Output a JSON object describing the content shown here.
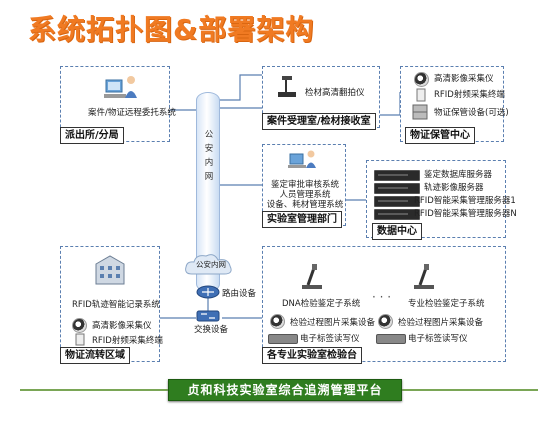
{
  "title": "系统拓扑图&部署架构",
  "pipe_label": "公\n安\n内\n网",
  "cloud_label": "公安内网",
  "router_label": "路由设备",
  "switch_label": "交换设备",
  "bottom_banner": "贞和科技实验室综合追溯管理平台",
  "zones": {
    "station": {
      "tag": "派出所/分局",
      "item": "案件/物证远程委托系统"
    },
    "reception": {
      "tag": "案件受理室/检材接收室",
      "item": "检材高清翻拍仪"
    },
    "storage": {
      "tag": "物证保管中心",
      "items": [
        "高清影像采集仪",
        "RFID射频采集终端",
        "物证保管设备(可选)"
      ]
    },
    "lab_mgmt": {
      "tag": "实验室管理部门",
      "items": [
        "鉴定审批审核系统",
        "人员管理系统",
        "设备、耗材管理系统"
      ]
    },
    "data_center": {
      "tag": "数据中心",
      "items": [
        "鉴定数据库服务器",
        "轨迹影像服务器",
        "RFID智能采集管理服务器1",
        "RFID智能采集管理服务器N"
      ]
    },
    "circulation": {
      "tag": "物证流转区域",
      "items": [
        "RFID轨迹智能记录系统",
        "高清影像采集仪",
        "RFID射频采集终端"
      ]
    },
    "labs": {
      "tag": "各专业实验室检验台",
      "left": [
        "DNA检验鉴定子系统",
        "检验过程图片采集设备",
        "电子标签读写仪"
      ],
      "right": [
        "专业检验鉴定子系统",
        "检验过程图片采集设备",
        "电子标签读写仪"
      ],
      "dots": "· · ·"
    }
  },
  "colors": {
    "title": "#f07a22",
    "banner": "#2f7d1f",
    "zone_border": "#5b7fb0",
    "line": "#5b7fb0"
  }
}
